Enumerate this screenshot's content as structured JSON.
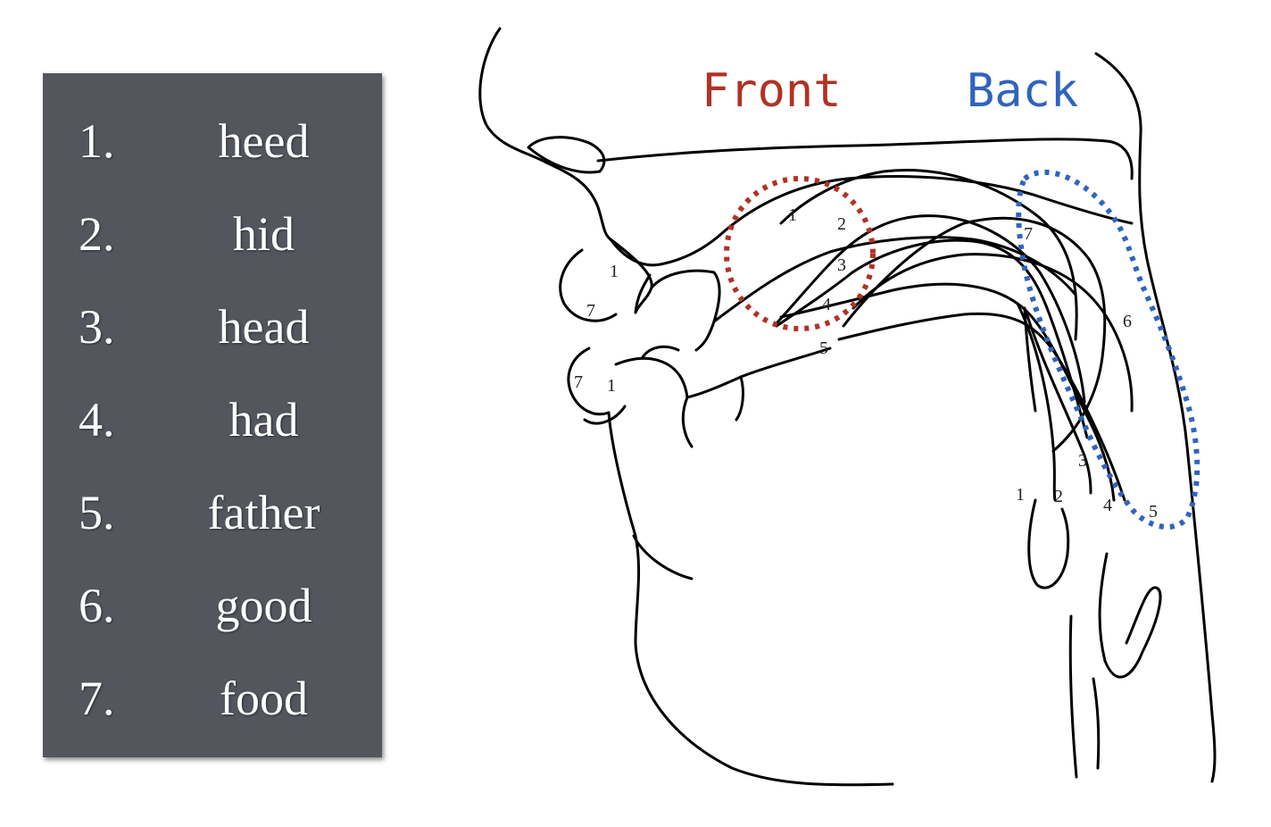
{
  "words": [
    {
      "num": "1.",
      "word": "heed"
    },
    {
      "num": "2.",
      "word": "hid"
    },
    {
      "num": "3.",
      "word": "head"
    },
    {
      "num": "4.",
      "word": "had"
    },
    {
      "num": "5.",
      "word": "father"
    },
    {
      "num": "6.",
      "word": "good"
    },
    {
      "num": "7.",
      "word": "food"
    }
  ],
  "regions": {
    "front": {
      "label": "Front",
      "color": "#b13225"
    },
    "back": {
      "label": "Back",
      "color": "#2f64bf"
    }
  },
  "tongue_numbers": {
    "front": [
      "1",
      "2",
      "3",
      "4",
      "5"
    ],
    "back": [
      "7",
      "6"
    ],
    "root": [
      "1",
      "2",
      "3",
      "4",
      "5"
    ],
    "lips_upper": [
      "1",
      "7"
    ],
    "lips_lower": [
      "7",
      "1"
    ]
  }
}
